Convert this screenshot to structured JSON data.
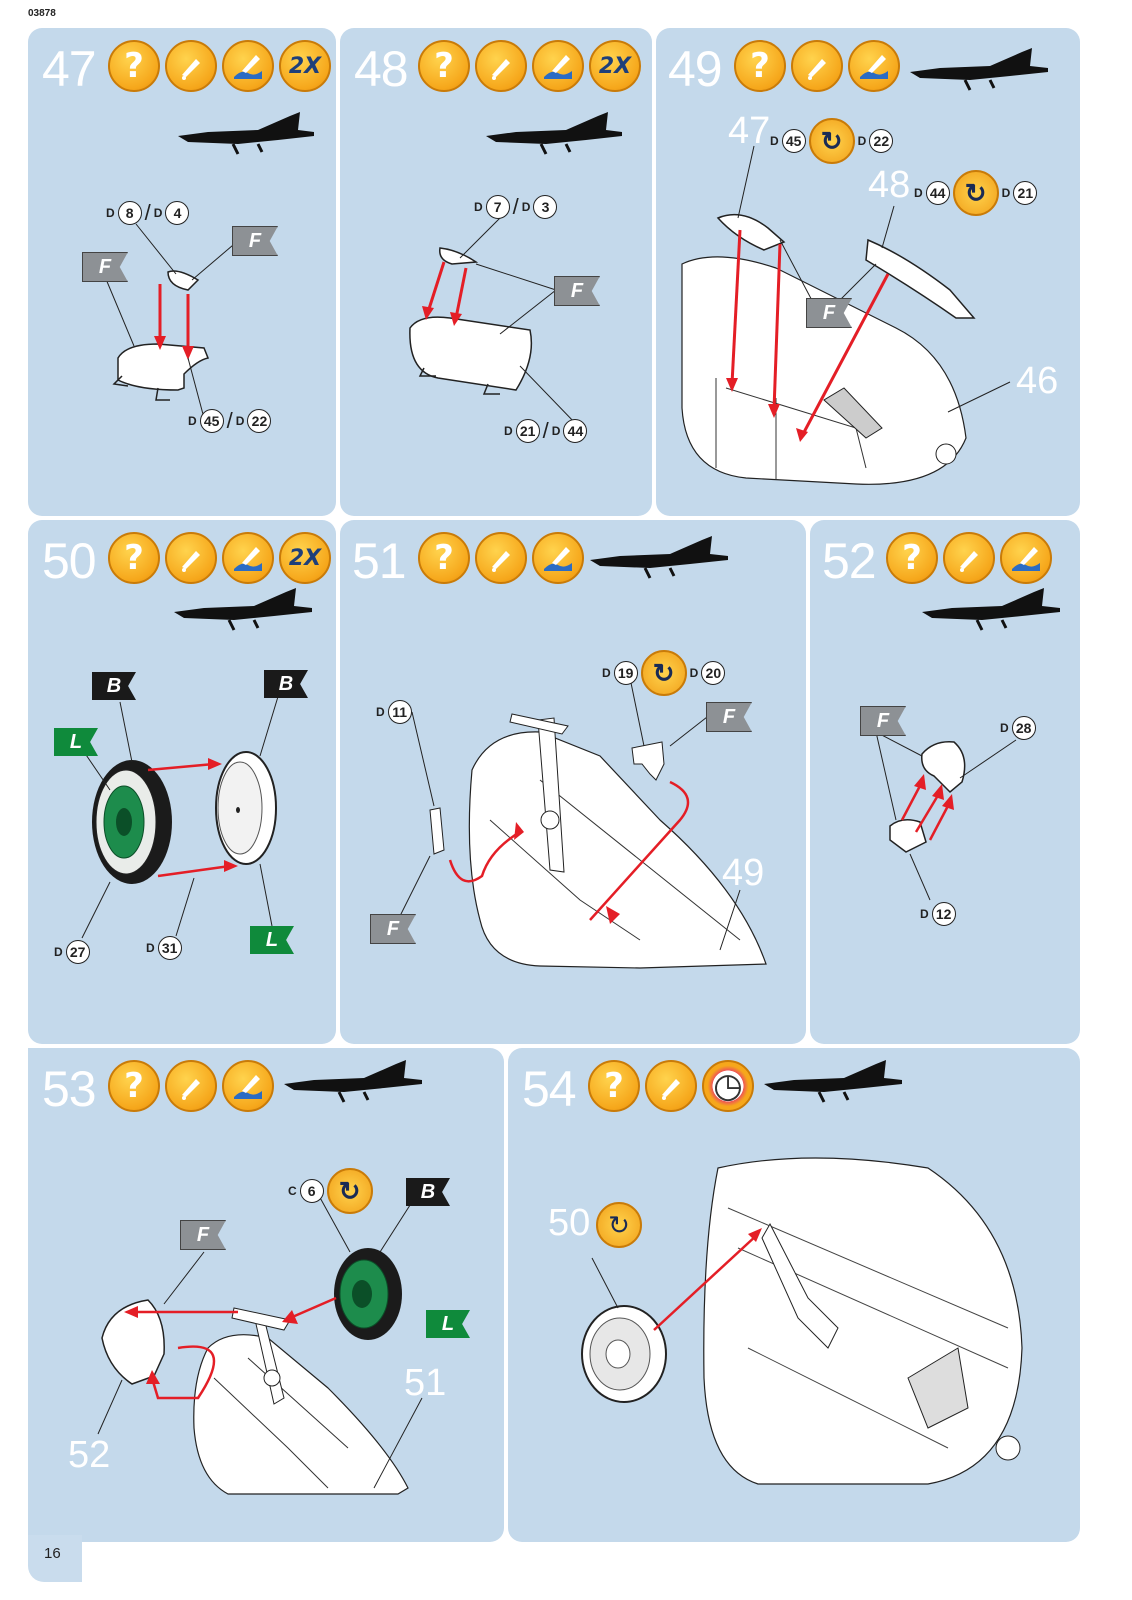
{
  "document": {
    "code": "03878",
    "page_number": "16"
  },
  "icon_names": {
    "info": "question-icon",
    "glue": "glue-icon",
    "paint": "paint-brush-icon",
    "twice": "2x-icon",
    "rotate": "rotate-icon",
    "clock": "clock-icon",
    "silhouette": "aircraft-silhouette-icon"
  },
  "icon_glyphs": {
    "info": "?",
    "twice": "2X",
    "rotate": "↻",
    "clock": "◷"
  },
  "flag_letters": {
    "F": "F",
    "B": "B",
    "L": "L"
  },
  "colors": {
    "panel": "#c4d9eb",
    "icon_orange": "#f6a71b",
    "arrow_red": "#e41e26",
    "flag_green": "#0f8a3b"
  },
  "steps": {
    "s47": {
      "number": "47",
      "labels": {
        "top": {
          "l1": "D",
          "n1": "8",
          "sep": "/",
          "l2": "D",
          "n2": "4"
        },
        "bottom": {
          "l1": "D",
          "n1": "45",
          "sep": "/",
          "l2": "D",
          "n2": "22"
        }
      }
    },
    "s48": {
      "number": "48",
      "labels": {
        "top": {
          "l1": "D",
          "n1": "7",
          "sep": "/",
          "l2": "D",
          "n2": "3"
        },
        "bottom": {
          "l1": "D",
          "n1": "21",
          "sep": "/",
          "l2": "D",
          "n2": "44"
        }
      }
    },
    "s49": {
      "number": "49",
      "sub_a": {
        "ref": "47",
        "l1": "D",
        "n1": "45",
        "l2": "D",
        "n2": "22"
      },
      "sub_b": {
        "ref": "48",
        "l1": "D",
        "n1": "44",
        "l2": "D",
        "n2": "21"
      },
      "base_ref": "46"
    },
    "s50": {
      "number": "50",
      "part_a": {
        "l": "D",
        "n": "27"
      },
      "part_b": {
        "l": "D",
        "n": "31"
      }
    },
    "s51": {
      "number": "51",
      "part_a": {
        "l": "D",
        "n": "11"
      },
      "part_b": {
        "l1": "D",
        "n1": "19",
        "l2": "D",
        "n2": "20"
      },
      "base_ref": "49"
    },
    "s52": {
      "number": "52",
      "part_a": {
        "l": "D",
        "n": "28"
      },
      "part_b": {
        "l": "D",
        "n": "12"
      }
    },
    "s53": {
      "number": "53",
      "part_a": {
        "l": "C",
        "n": "6"
      },
      "ref_a": "51",
      "ref_b": "52"
    },
    "s54": {
      "number": "54",
      "ref_a": "50"
    }
  }
}
